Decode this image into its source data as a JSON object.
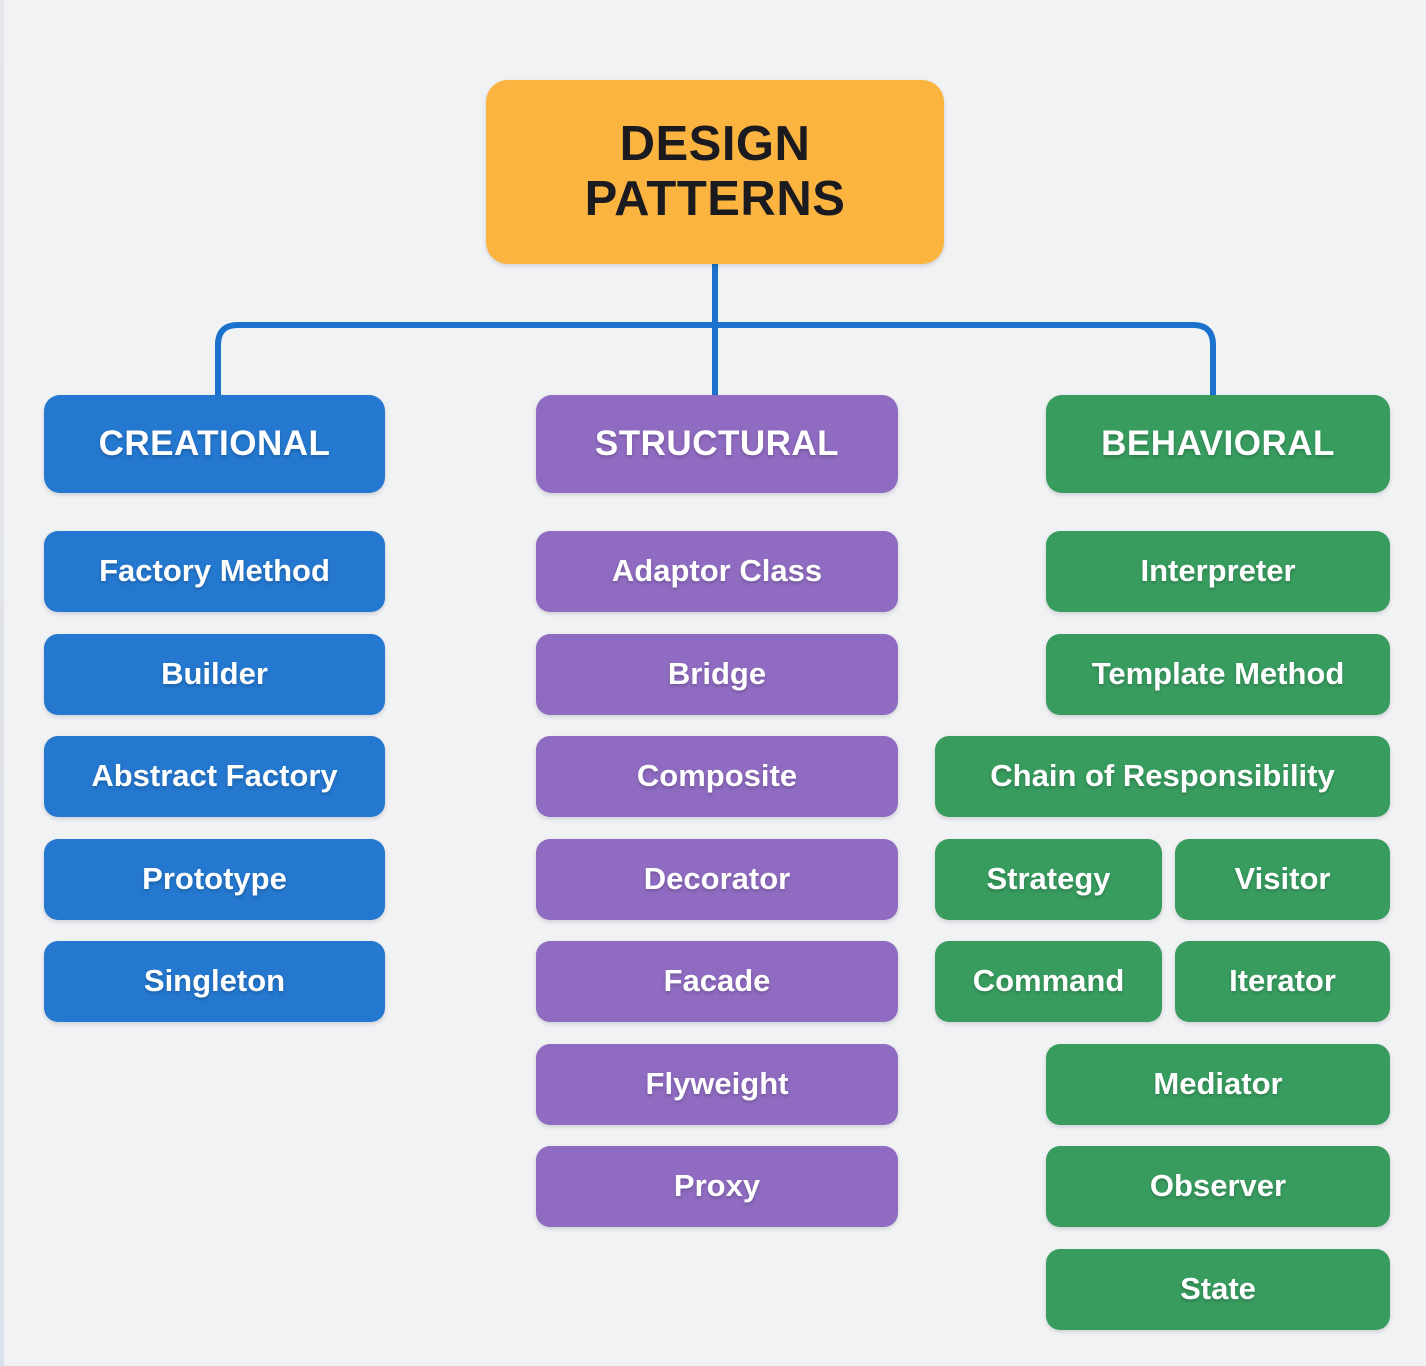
{
  "title": {
    "text": "DESIGN PATTERNS"
  },
  "colors": {
    "background": "#F1F2F4",
    "root_fill": "#FBB43F",
    "root_text": "#1B1B1F",
    "creational_fill": "#2478CF",
    "structural_fill": "#8F6BC1",
    "behavioral_fill": "#389C5F",
    "connector": "#1A72CC",
    "node_text": "#FFFFFF"
  },
  "columns": [
    {
      "id": "creational",
      "label": "CREATIONAL",
      "rows": [
        [
          "Factory Method"
        ],
        [
          "Builder"
        ],
        [
          "Abstract Factory"
        ],
        [
          "Prototype"
        ],
        [
          "Singleton"
        ]
      ]
    },
    {
      "id": "structural",
      "label": "STRUCTURAL",
      "rows": [
        [
          "Adaptor Class"
        ],
        [
          "Bridge"
        ],
        [
          "Composite"
        ],
        [
          "Decorator"
        ],
        [
          "Facade"
        ],
        [
          "Flyweight"
        ],
        [
          "Proxy"
        ]
      ]
    },
    {
      "id": "behavioral",
      "label": "BEHAVIORAL",
      "rows": [
        [
          "Interpreter"
        ],
        [
          "Template Method"
        ],
        [
          "Chain of Responsibility"
        ],
        [
          "Strategy",
          "Visitor"
        ],
        [
          "Command",
          "Iterator"
        ],
        [
          "Mediator"
        ],
        [
          "Observer"
        ],
        [
          "State"
        ]
      ],
      "wide_rows": [
        2
      ]
    }
  ]
}
